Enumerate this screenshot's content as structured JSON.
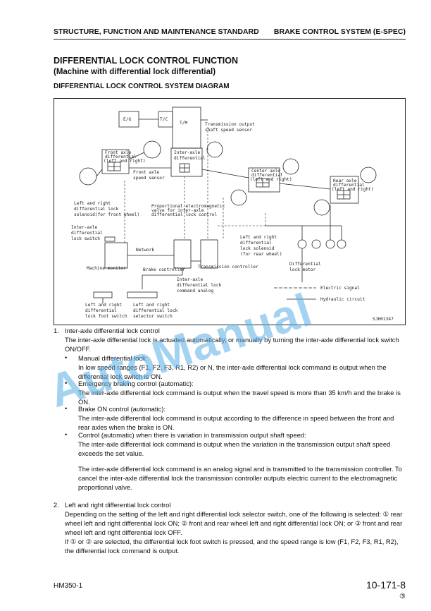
{
  "header": {
    "left": "STRUCTURE, FUNCTION AND MAINTENANCE STANDARD",
    "right": "BRAKE CONTROL SYSTEM (E-SPEC)"
  },
  "title": "DIFFERENTIAL LOCK CONTROL FUNCTION",
  "subtitle": "(Machine with differential lock differential)",
  "section_heading": "DIFFERENTIAL LOCK CONTROL SYSTEM DIAGRAM",
  "diagram": {
    "eg": "E/G",
    "tc": "T/C",
    "tm": "T/M",
    "trans_sensor": [
      "Transmission output",
      "shaft speed sensor"
    ],
    "front_axle_diff": [
      "Front axle",
      "differential",
      "(left and right)"
    ],
    "inter_axle_diff": [
      "Inter-axle",
      "differential"
    ],
    "front_axle_speed": [
      "Front axle",
      "speed sensor"
    ],
    "center_axle_diff": [
      "Center axle",
      "differential",
      "(left and right)"
    ],
    "rear_axle_diff": [
      "Rear axle",
      "differential",
      "(left and right)"
    ],
    "front_solenoid": [
      "Left and right",
      "differential lock",
      "solenoid(for front wheel)"
    ],
    "prop_valve": [
      "Proportional electromagnetic",
      "valve for inter-axle",
      "differential lock control"
    ],
    "inter_switch": [
      "Inter-axle",
      "differential",
      "lock switch"
    ],
    "network": "Network",
    "machine_monitor": "Machine monitor",
    "brake_controller": "Brake controller",
    "trans_controller": "Transmission controller",
    "rear_solenoid": [
      "Left and right",
      "differential",
      "lock solenoid",
      "(for rear wheel)"
    ],
    "diff_motor": [
      "Differential",
      "lock motor"
    ],
    "command": [
      "Inter-axle",
      "differential lock",
      "command analog"
    ],
    "foot_switch": [
      "Left and right",
      "differential",
      "lock foot switch"
    ],
    "selector_switch": [
      "Left and right",
      "differential lock",
      "selector switch"
    ],
    "legend_electric": "Electric signal",
    "legend_hydraulic": "Hydraulic circuit",
    "code": "SJH01347"
  },
  "item1": {
    "num": "1.",
    "title": "Inter-axle differential lock control",
    "intro": "The inter-axle differential lock is actuated automatically, or manually by turning the inter-axle differential lock switch ON/OFF.",
    "bullets": [
      {
        "head": "Manual differential lock:",
        "text": "In low speed ranges (F1, F2, F3, R1, R2) or N, the inter-axle differential lock command is output when the differential lock switch is ON."
      },
      {
        "head": "Emergency braking control (automatic):",
        "text": "The inter-axle differential lock command is output when the travel speed is more than 35 km/h and the brake is ON."
      },
      {
        "head": "Brake ON control (automatic):",
        "text": "The inter-axle differential lock command is output according to the difference in speed between the front and rear axles when the brake is ON."
      },
      {
        "head": "Control (automatic) when there is variation in transmission output  shaft speed:",
        "text": "The inter-axle differential lock command is output when the variation in the transmission output shaft speed exceeds the set value."
      }
    ],
    "note": "The inter-axle differential lock command is an analog signal and is transmitted to the transmission controller. To cancel the inter-axle differential lock the transmission controller outputs electric current to the electromagnetic proportional valve."
  },
  "item2": {
    "num": "2.",
    "title": "Left and right differential lock control",
    "text1": "Depending on the setting of the left and right differential lock selector switch, one of the following is selected: ① rear wheel left and right differential lock ON; ② front and rear wheel left and right differential lock ON; or ③ front and rear wheel left and right differential lock OFF.",
    "text2": "If ① or ② are selected, the differential lock foot switch is pressed, and the speed range is low (F1, F2, F3, R1, R2), the differential lock command is output."
  },
  "footer": {
    "model": "HM350-1",
    "page": "10-171-8",
    "rev": "③"
  },
  "watermark": "AutoManual"
}
